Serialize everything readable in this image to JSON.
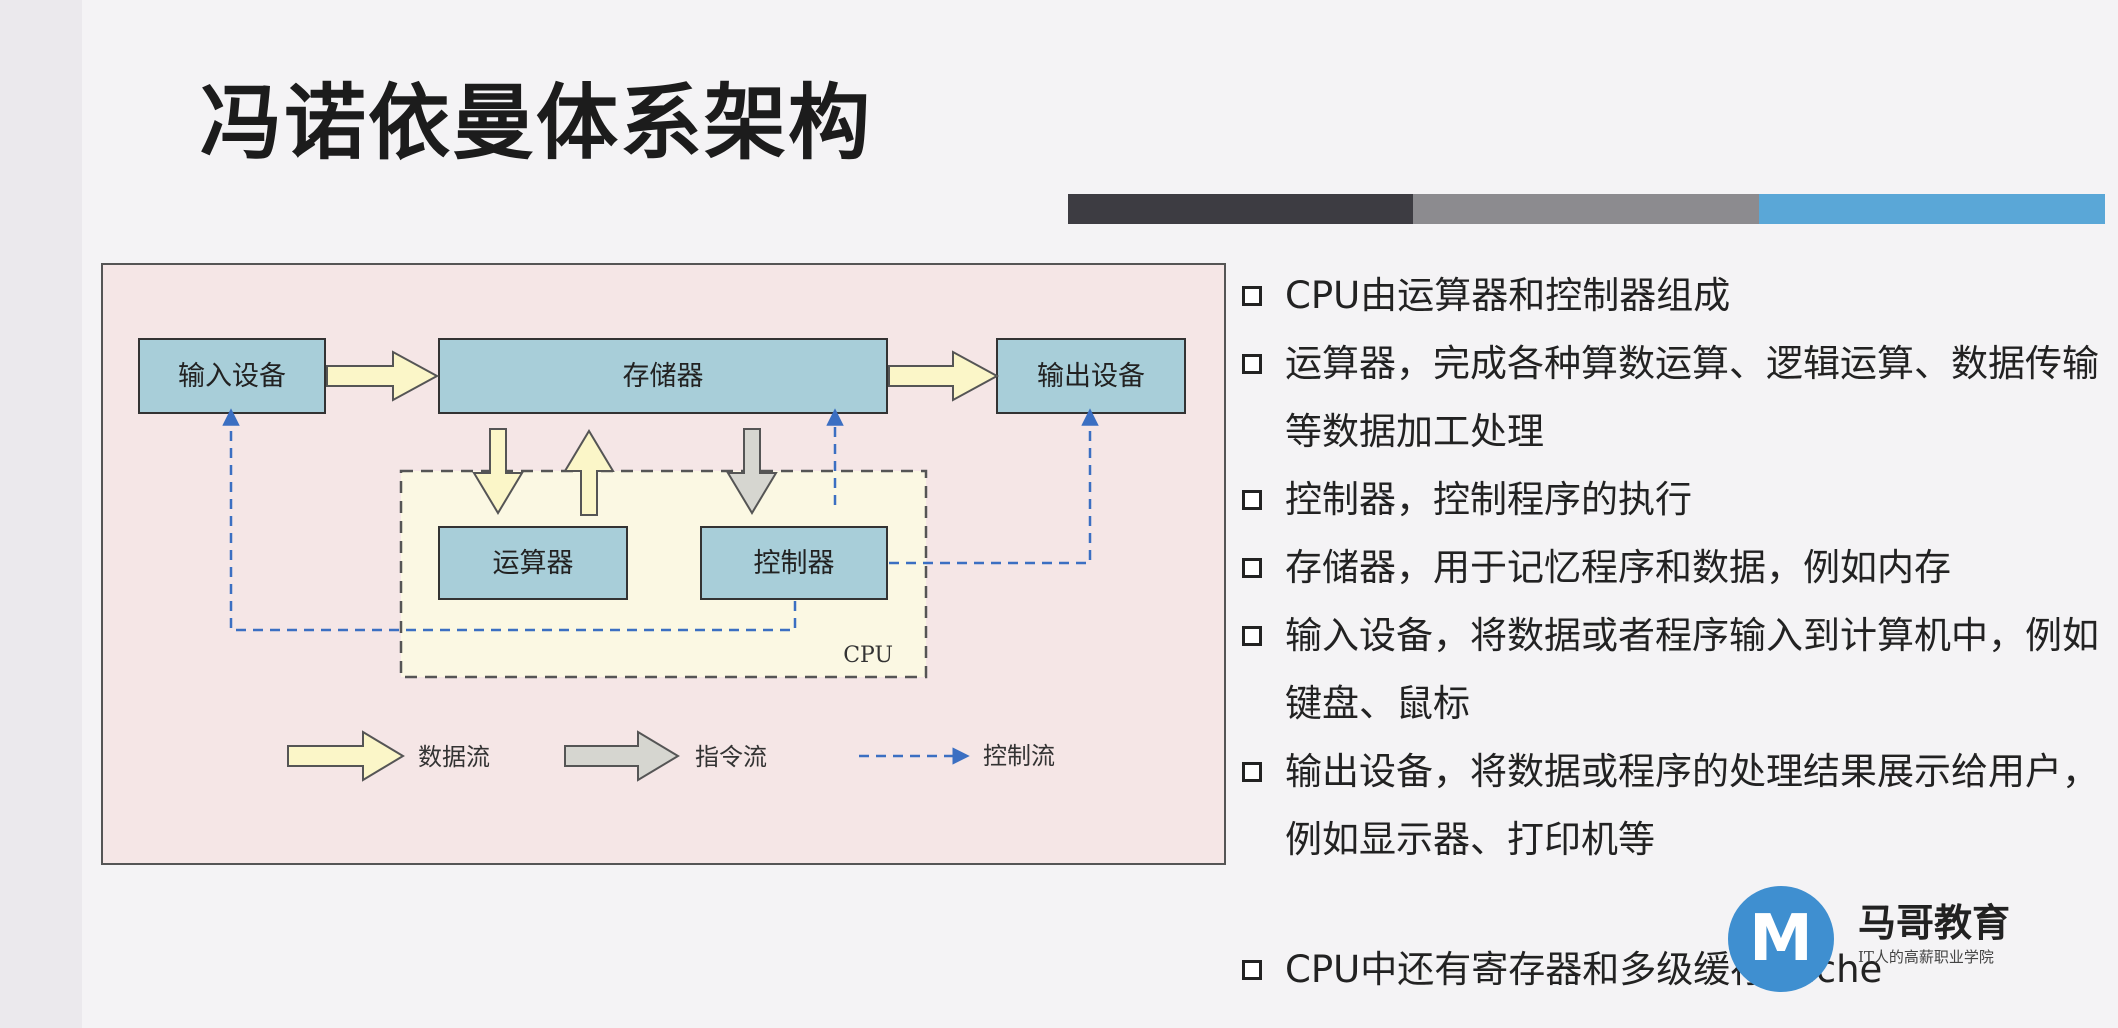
{
  "slide": {
    "title": "冯诺依曼体系架构"
  },
  "diagram": {
    "input_device": "输入设备",
    "memory": "存储器",
    "output_device": "输出设备",
    "alu": "运算器",
    "controller": "控制器",
    "cpu_label": "CPU",
    "legend": {
      "data_flow": "数据流",
      "instruction_flow": "指令流",
      "control_flow": "控制流"
    },
    "colors": {
      "box_fill": "#a8ced9",
      "data_arrow": "#fbf6c8",
      "instruction_arrow": "#d6d6d0",
      "control_arrow": "#3b6fc2",
      "cpu_fill": "#fbf8e3"
    }
  },
  "bullets": [
    "CPU由运算器和控制器组成",
    "运算器，完成各种算数运算、逻辑运算、数据传输等数据加工处理",
    "控制器，控制程序的执行",
    "存储器，用于记忆程序和数据，例如内存",
    "输入设备，将数据或者程序输入到计算机中，例如键盘、鼠标",
    "输出设备，将数据或程序的处理结果展示给用户，例如显示器、打印机等",
    "CPU中还有寄存器和多级缓存Cache"
  ],
  "logo": {
    "glyph": "M",
    "name": "马哥教育",
    "slogan": "IT人的高薪职业学院"
  }
}
